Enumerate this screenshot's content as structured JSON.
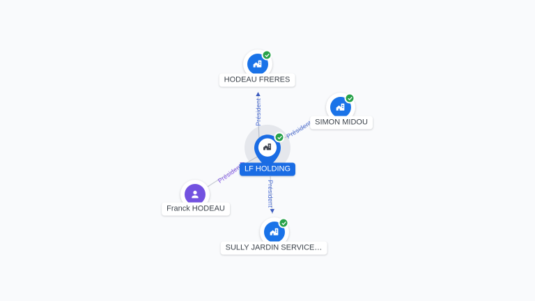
{
  "graph": {
    "nodes": {
      "hodeau_freres": {
        "label": "HODEAU FRERES",
        "type": "company",
        "verified": true
      },
      "simon_midou": {
        "label": "SIMON MIDOU",
        "type": "company",
        "verified": true
      },
      "lf_holding": {
        "label": "LF HOLDING",
        "type": "company",
        "verified": true,
        "focused": true
      },
      "franck_hodeau": {
        "label": "Franck HODEAU",
        "type": "person",
        "verified": false
      },
      "sully_jardin": {
        "label": "SULLY JARDIN SERVICE…",
        "type": "company",
        "verified": true
      }
    },
    "edges": [
      {
        "label": "Président",
        "from": "LF HOLDING",
        "to": "HODEAU FRERES",
        "color": "#4a6cd4"
      },
      {
        "label": "Président",
        "from": "LF HOLDING",
        "to": "SIMON MIDOU",
        "color": "#4a6cd4"
      },
      {
        "label": "Président",
        "from": "Franck HODEAU",
        "to": "LF HOLDING",
        "color": "#8153e6"
      },
      {
        "label": "Président",
        "from": "LF HOLDING",
        "to": "SULLY JARDIN SERVICE…",
        "color": "#4a6cd4"
      }
    ]
  },
  "colors": {
    "background": "#f9fafc",
    "company_node": "#1a73e8",
    "person_node": "#7352e0",
    "focus_accent": "#1a6ce4",
    "verified_green": "#27a24a",
    "edge_line": "#c6cbd4",
    "edge_label_company": "#4a6cd4",
    "edge_label_person": "#8153e6"
  }
}
